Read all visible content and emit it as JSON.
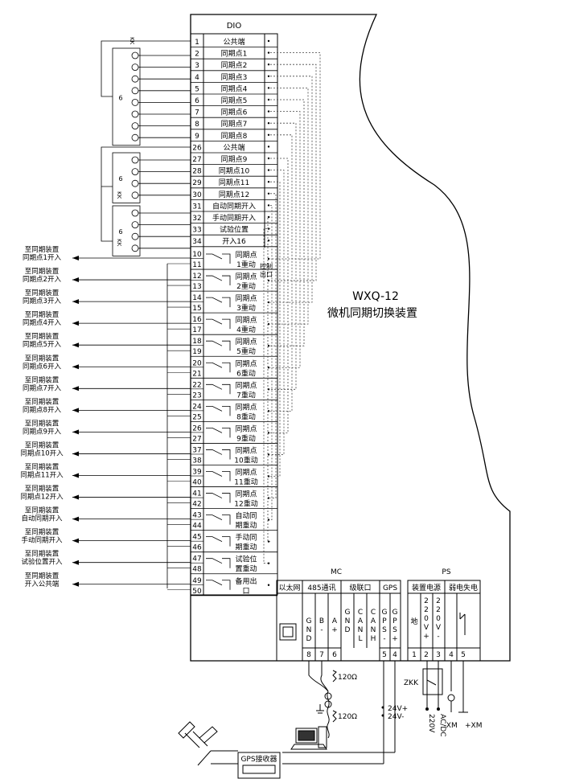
{
  "device": {
    "model": "WXQ-12",
    "name": "微机同期切换装置"
  },
  "dio": {
    "title": "DIO",
    "inputs": [
      {
        "no": "1",
        "label": "公共端"
      },
      {
        "no": "2",
        "label": "同期点1"
      },
      {
        "no": "3",
        "label": "同期点2"
      },
      {
        "no": "4",
        "label": "同期点3"
      },
      {
        "no": "5",
        "label": "同期点4"
      },
      {
        "no": "6",
        "label": "同期点5"
      },
      {
        "no": "7",
        "label": "同期点6"
      },
      {
        "no": "8",
        "label": "同期点7"
      },
      {
        "no": "9",
        "label": "同期点8"
      },
      {
        "no": "26",
        "label": "公共端"
      },
      {
        "no": "27",
        "label": "同期点9"
      },
      {
        "no": "28",
        "label": "同期点10"
      },
      {
        "no": "29",
        "label": "同期点11"
      },
      {
        "no": "30",
        "label": "同期点12"
      },
      {
        "no": "31",
        "label": "自动同期开入"
      },
      {
        "no": "32",
        "label": "手动同期开入"
      },
      {
        "no": "33",
        "label": "试验位置"
      },
      {
        "no": "34",
        "label": "开入16"
      }
    ],
    "outputs": [
      {
        "nos": [
          "10",
          "11"
        ],
        "label": [
          "同期点",
          "1重动"
        ]
      },
      {
        "nos": [
          "12",
          "13"
        ],
        "label": [
          "同期点",
          "2重动"
        ]
      },
      {
        "nos": [
          "14",
          "15"
        ],
        "label": [
          "同期点",
          "3重动"
        ]
      },
      {
        "nos": [
          "16",
          "17"
        ],
        "label": [
          "同期点",
          "4重动"
        ]
      },
      {
        "nos": [
          "18",
          "19"
        ],
        "label": [
          "同期点",
          "5重动"
        ]
      },
      {
        "nos": [
          "20",
          "21"
        ],
        "label": [
          "同期点",
          "6重动"
        ]
      },
      {
        "nos": [
          "22",
          "23"
        ],
        "label": [
          "同期点",
          "7重动"
        ]
      },
      {
        "nos": [
          "24",
          "25"
        ],
        "label": [
          "同期点",
          "8重动"
        ]
      },
      {
        "nos": [
          "26",
          "27"
        ],
        "label": [
          "同期点",
          "9重动"
        ]
      },
      {
        "nos": [
          "37",
          "38"
        ],
        "label": [
          "同期点",
          "10重动"
        ]
      },
      {
        "nos": [
          "39",
          "40"
        ],
        "label": [
          "同期点",
          "11重动"
        ]
      },
      {
        "nos": [
          "41",
          "42"
        ],
        "label": [
          "同期点",
          "12重动"
        ]
      },
      {
        "nos": [
          "43",
          "44"
        ],
        "label": [
          "自动同",
          "期重动"
        ]
      },
      {
        "nos": [
          "45",
          "46"
        ],
        "label": [
          "手动同",
          "期重动"
        ]
      },
      {
        "nos": [
          "47",
          "48"
        ],
        "label": [
          "试验位",
          "置重动"
        ]
      },
      {
        "nos": [
          "49",
          "50"
        ],
        "label": [
          "备用出",
          "口"
        ]
      }
    ],
    "control_output_label": [
      "控制",
      "出口"
    ]
  },
  "left_outputs": [
    [
      "至同期装置",
      "同期点1开入"
    ],
    [
      "至同期装置",
      "同期点2开入"
    ],
    [
      "至同期装置",
      "同期点3开入"
    ],
    [
      "至同期装置",
      "同期点4开入"
    ],
    [
      "至同期装置",
      "同期点5开入"
    ],
    [
      "至同期装置",
      "同期点6开入"
    ],
    [
      "至同期装置",
      "同期点7开入"
    ],
    [
      "至同期装置",
      "同期点8开入"
    ],
    [
      "至同期装置",
      "同期点9开入"
    ],
    [
      "至同期装置",
      "同期点10开入"
    ],
    [
      "至同期装置",
      "同期点11开入"
    ],
    [
      "至同期装置",
      "同期点12开入"
    ],
    [
      "至同期装置",
      "自动同期开入"
    ],
    [
      "至同期装置",
      "手动同期开入"
    ],
    [
      "至同期装置",
      "试验位置开入"
    ],
    [
      "至同期装置",
      "开入公共端"
    ]
  ],
  "switch_labels": {
    "kk": "KK",
    "number": "6"
  },
  "mc": {
    "title": "MC",
    "sections": {
      "ethernet": "以太网",
      "rs485": "485通讯",
      "cascade": "级联口",
      "gps": "GPS"
    },
    "rs485_pins": [
      {
        "no": "8",
        "label": [
          "G",
          "N",
          "D"
        ]
      },
      {
        "no": "7",
        "label": [
          "B",
          "-"
        ]
      },
      {
        "no": "6",
        "label": [
          "A",
          "+"
        ]
      }
    ],
    "cascade_pins": [
      {
        "label": [
          "G",
          "N",
          "D"
        ]
      },
      {
        "label": [
          "C",
          "A",
          "N",
          "L"
        ]
      },
      {
        "label": [
          "C",
          "A",
          "N",
          "H"
        ]
      }
    ],
    "gps_pins": [
      {
        "no": "5",
        "label": [
          "G",
          "P",
          "S",
          "-"
        ]
      },
      {
        "no": "4",
        "label": [
          "G",
          "P",
          "S",
          "+"
        ]
      }
    ]
  },
  "ps": {
    "title": "PS",
    "sections": {
      "power": "装置电源",
      "loss": "弱电失电"
    },
    "pins": [
      {
        "no": "1",
        "label": [
          "地"
        ]
      },
      {
        "no": "2",
        "label": [
          "2",
          "2",
          "0",
          "V",
          "+"
        ]
      },
      {
        "no": "3",
        "label": [
          "2",
          "2",
          "0",
          "V",
          "-"
        ]
      },
      {
        "no": "4",
        "label": []
      },
      {
        "no": "5",
        "label": []
      }
    ]
  },
  "bottom": {
    "resistor1": "120Ω",
    "resistor2": "120Ω",
    "v24p": "24V+",
    "v24n": "24V-",
    "gps_receiver": "GPS接收器",
    "zkk": "ZKK",
    "acdc": "AC/DC",
    "v220": "220V",
    "xm_minus": "-XM",
    "xm_plus": "+XM"
  }
}
